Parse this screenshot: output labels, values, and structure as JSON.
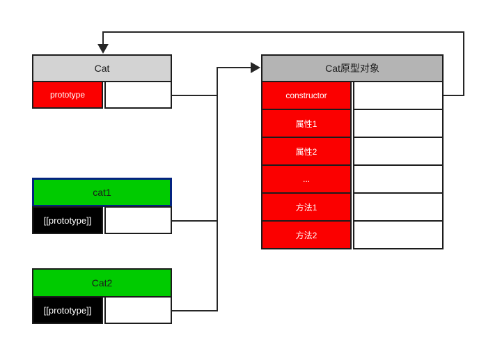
{
  "boxes": {
    "cat": {
      "title": "Cat",
      "slot": "prototype"
    },
    "prototype_object": {
      "title": "Cat原型对象",
      "rows": [
        "constructor",
        "属性1",
        "属性2",
        "...",
        "方法1",
        "方法2"
      ]
    },
    "cat1": {
      "title": "cat1",
      "slot": "[[prototype]]"
    },
    "cat2": {
      "title": "Cat2",
      "slot": "[[prototype]]"
    }
  },
  "colors": {
    "red": "#fb0000",
    "green": "#00cb00",
    "header_light_gray": "#d3d3d3",
    "header_gray": "#b4b4b4",
    "black_cell": "#000000",
    "line": "#262626",
    "cat1_highlight_blue": "#032380"
  }
}
